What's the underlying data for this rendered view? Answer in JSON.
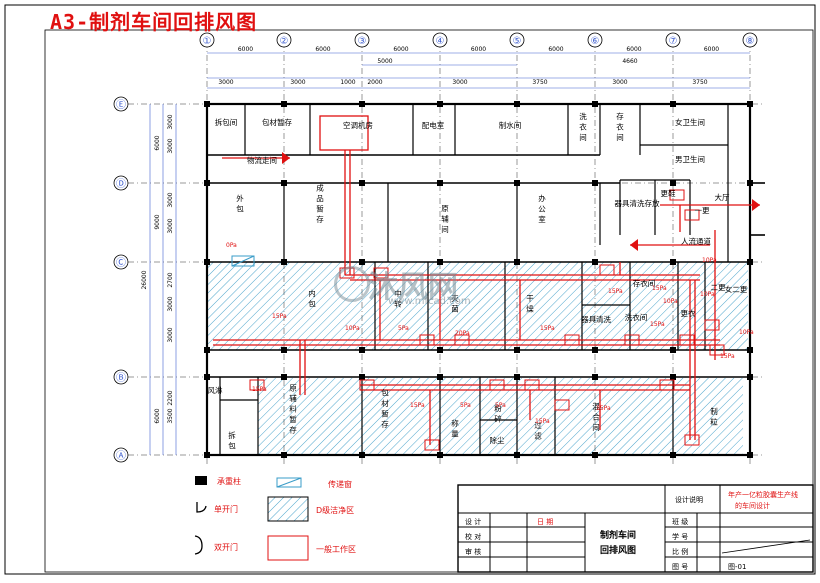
{
  "title": "A3-制剂车间回排风图",
  "watermark": {
    "text": "沐风网",
    "url": "www.mfcad.com"
  },
  "axes": {
    "columns": [
      "①",
      "②",
      "③",
      "④",
      "⑤",
      "⑥",
      "⑦",
      "⑧"
    ],
    "rows": [
      "Ⓔ",
      "Ⓓ",
      "Ⓒ",
      "Ⓑ",
      "Ⓐ"
    ]
  },
  "dimensions": {
    "top_row1": [
      "6000",
      "6000",
      "6000",
      "6000",
      "6000",
      "6000",
      "6000"
    ],
    "top_row2": [
      "5000",
      "4660"
    ],
    "top_row3": [
      "3000",
      "3000",
      "1000",
      "2000",
      "3000",
      "3750",
      "3000",
      "3750"
    ],
    "left_outer": "26000",
    "left_spans": [
      "6000",
      "9000",
      "6000"
    ],
    "left_inner": [
      "3000",
      "3000",
      "3000",
      "3000",
      "2700",
      "3000",
      "3000",
      "2200",
      "3500"
    ]
  },
  "rooms": [
    "拆包间",
    "包材暂存",
    "空调机房",
    "配电室",
    "制水间",
    "洗衣间",
    "存衣间",
    "女卫生间",
    "男卫生间",
    "物流走间",
    "外包",
    "成品暂存",
    "原辅间",
    "办公室",
    "器具清洗存放",
    "更鞋",
    "一更",
    "大厅",
    "人流通道",
    "内包",
    "中转",
    "灭菌",
    "干燥",
    "存衣间",
    "器具清洗",
    "洗衣间",
    "更衣",
    "二更",
    "女二更",
    "风淋",
    "原辅料暂存",
    "包材暂存",
    "称量",
    "粉碎",
    "除尘",
    "过滤",
    "混合间",
    "制粒",
    "拆包"
  ],
  "pressures": [
    "0Pa",
    "15Pa",
    "10Pa",
    "5Pa",
    "20Pa",
    "15Pa",
    "15Pa",
    "15Pa",
    "15Pa",
    "10Pa",
    "10Pa",
    "10Pa",
    "15Pa",
    "15Pa",
    "15Pa",
    "5Pa",
    "5Pa",
    "15Pa",
    "15Pa",
    "10Pa"
  ],
  "legend": [
    {
      "symbol": "filled-square",
      "label": "承重柱"
    },
    {
      "symbol": "single-door",
      "label": "单开门"
    },
    {
      "symbol": "double-door",
      "label": "双开门"
    },
    {
      "symbol": "pass-box",
      "label": "传递窗"
    },
    {
      "symbol": "hatched-rect",
      "label": "D级洁净区"
    },
    {
      "symbol": "open-rect",
      "label": "一般工作区"
    }
  ],
  "title_block": {
    "header": "设计说明",
    "project": "年产一亿粒胶囊生产线的车间设计",
    "left_labels": [
      "设 计",
      "校 对",
      "审 核"
    ],
    "date_label": "日 期",
    "drawing_name": "制剂车间回排风图",
    "right_labels": [
      "班 级",
      "学 号",
      "比 例",
      "图 号"
    ],
    "drawing_no": "图-01"
  },
  "colors": {
    "duct": "#e01010",
    "wall": "#000000",
    "dim": "#4060d0",
    "hatch": "#3a9cc8",
    "grid": "#000000"
  }
}
